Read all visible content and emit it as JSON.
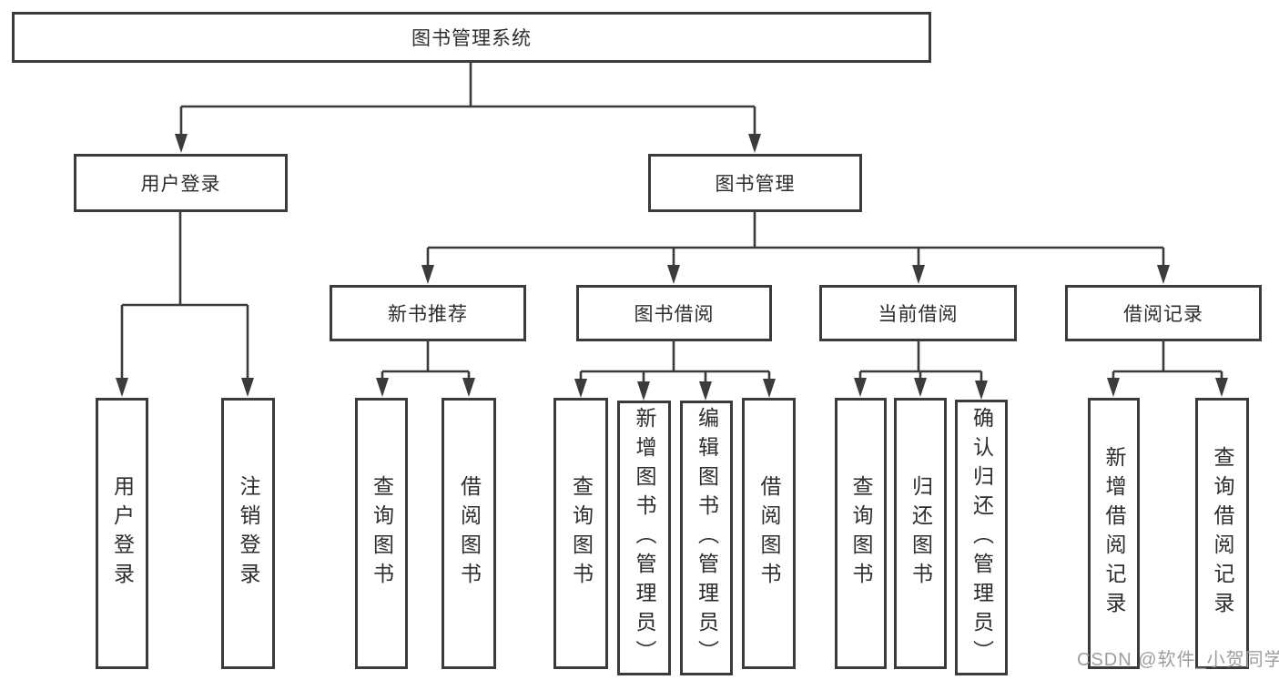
{
  "diagram": {
    "root": {
      "label": "图书管理系统"
    },
    "level2": [
      {
        "label": "用户登录",
        "leaves": [
          "用户登录",
          "注销登录"
        ]
      },
      {
        "label": "图书管理",
        "children": [
          {
            "label": "新书推荐",
            "leaves": [
              "查询图书",
              "借阅图书"
            ]
          },
          {
            "label": "图书借阅",
            "leaves": [
              "查询图书",
              "新增图书（管理员）",
              "编辑图书（管理员）",
              "借阅图书"
            ]
          },
          {
            "label": "当前借阅",
            "leaves": [
              "查询图书",
              "归还图书",
              "确认归还（管理员）"
            ]
          },
          {
            "label": "借阅记录",
            "leaves": [
              "新增借阅记录",
              "查询借阅记录"
            ]
          }
        ]
      }
    ]
  },
  "watermark": {
    "text": "CSDN @软件_小贺同学"
  },
  "colors": {
    "line": "#3b3b3b",
    "text": "#2d2d2d",
    "watermark": "#9e9e9e",
    "background": "#ffffff"
  }
}
